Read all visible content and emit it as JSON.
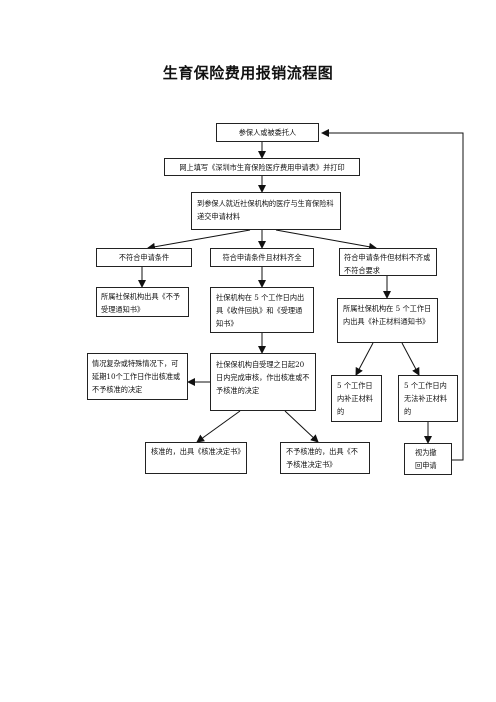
{
  "title": "生育保险费用报销流程图",
  "nodes": {
    "n1": "参保人或被委托人",
    "n2": "网上填写《深圳市生育保险医疗费用申请表》并打印",
    "n3": "到参保人就近社保机构的医疗与生育保险科递交申请材料",
    "n4": "不符合申请条件",
    "n5": "符合申请条件且材料齐全",
    "n6": "符合申请条件但材料不齐或不符合要求",
    "n7": "所属社保机构出具《不予受理通知书》",
    "n8": "社保机构在 5 个工作日内出具《收件回执》和《受理通知书》",
    "n9": "所属社保机构在 5 个工作日内出具《补正材料通知书》",
    "n10": "情况复杂或特殊情况下，可延期10个工作日作出核准或不予核准的决定",
    "n11": "社保保机构自受理之日起20日内完成审核，作出核准或不予核准的决定",
    "n12": "5 个工作日内补正材料的",
    "n13": "5 个工作日内无法补正材料的",
    "n14": "核准的，出具《核准决定书》",
    "n15": "不予核准的，出具《不予核准决定书》",
    "n16": "视为撤回申请"
  }
}
